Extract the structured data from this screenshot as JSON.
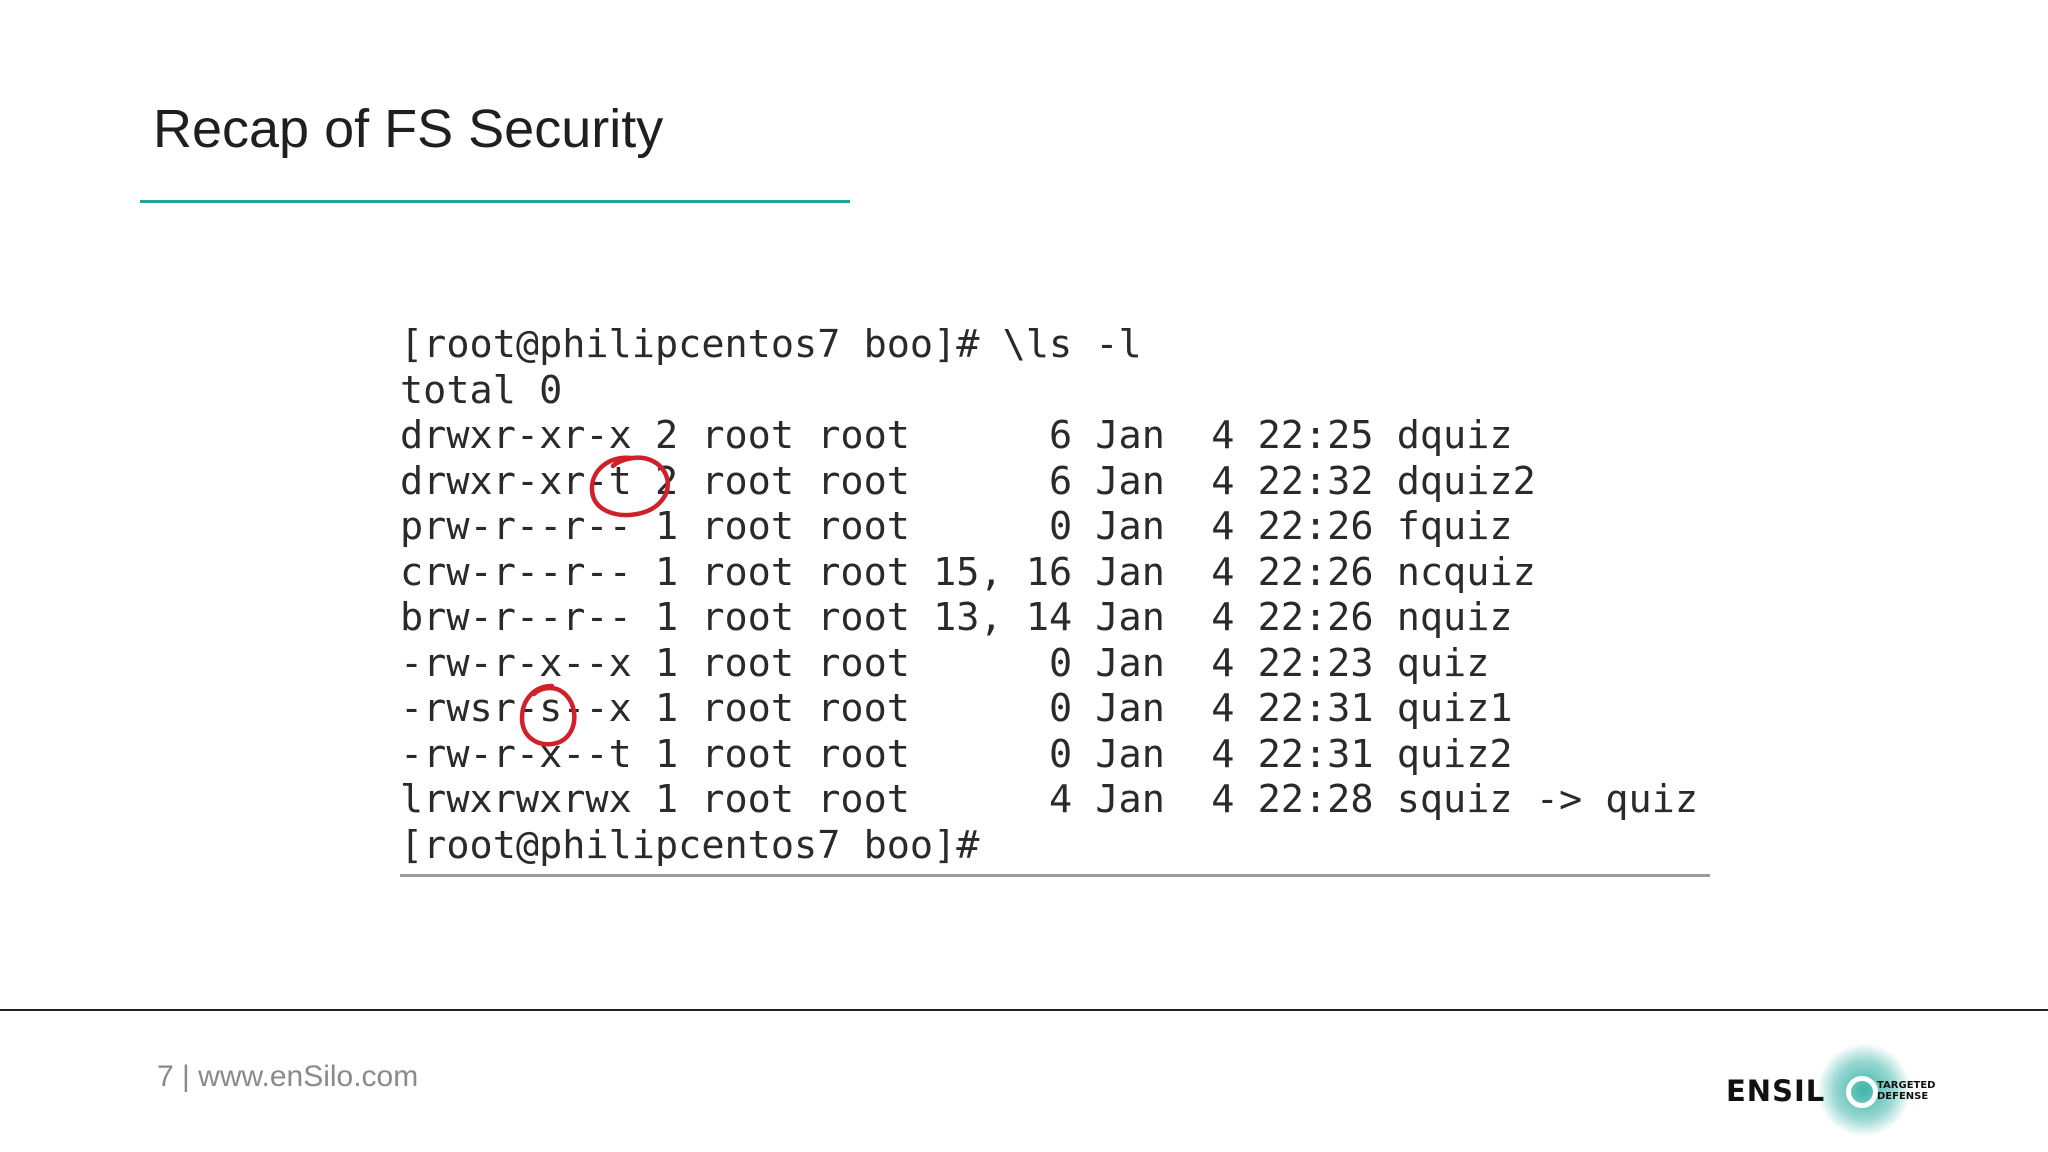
{
  "slide": {
    "title": "Recap of FS Security",
    "footer": "7 | www.enSilo.com"
  },
  "logo": {
    "word": "ENSIL",
    "tag_line_1": "TARGETED",
    "tag_line_2": "DEFENSE",
    "accent_color": "#1aa89a"
  },
  "terminal": {
    "lines": [
      "[root@philipcentos7 boo]# \\ls -l",
      "total 0",
      "drwxr-xr-x 2 root root      6 Jan  4 22:25 dquiz",
      "drwxr-xr-t 2 root root      6 Jan  4 22:32 dquiz2",
      "prw-r--r-- 1 root root      0 Jan  4 22:26 fquiz",
      "crw-r--r-- 1 root root 15, 16 Jan  4 22:26 ncquiz",
      "brw-r--r-- 1 root root 13, 14 Jan  4 22:26 nquiz",
      "-rw-r-x--x 1 root root      0 Jan  4 22:23 quiz",
      "-rwsr-s--x 1 root root      0 Jan  4 22:31 quiz1",
      "-rw-r-x--t 1 root root      0 Jan  4 22:31 quiz2",
      "lrwxrwxrwx 1 root root      4 Jan  4 22:28 squiz -> quiz",
      "[root@philipcentos7 boo]#"
    ]
  },
  "annotations": {
    "circle_color": "#d0202a"
  }
}
